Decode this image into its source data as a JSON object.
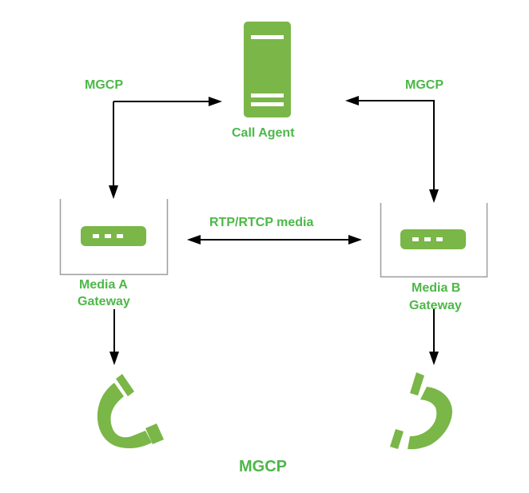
{
  "diagram": {
    "title": "MGCP",
    "colors": {
      "accent_green": "#4cb848",
      "icon_green": "#7ab648",
      "arrow": "#000000",
      "box_border": "#9e9e9e"
    },
    "nodes": {
      "call_agent": {
        "label": "Call Agent",
        "icon": "server-icon"
      },
      "media_a": {
        "label_line1": "Media A",
        "label_line2": "Gateway",
        "icon": "gateway-device-icon"
      },
      "media_b": {
        "label_line1": "Media B",
        "label_line2": "Gateway",
        "icon": "gateway-device-icon"
      },
      "phone_a": {
        "icon": "phone-handset-icon"
      },
      "phone_b": {
        "icon": "phone-handset-icon"
      }
    },
    "edges": {
      "left_mgcp": {
        "label": "MGCP",
        "from": "media_a",
        "to": "call_agent",
        "direction": "both"
      },
      "right_mgcp": {
        "label": "MGCP",
        "from": "call_agent",
        "to": "media_b",
        "direction": "both"
      },
      "media": {
        "label": "RTP/RTCP media",
        "from": "media_a",
        "to": "media_b",
        "direction": "both"
      },
      "a_to_phone": {
        "from": "media_a",
        "to": "phone_a"
      },
      "b_to_phone": {
        "from": "media_b",
        "to": "phone_b"
      }
    }
  }
}
